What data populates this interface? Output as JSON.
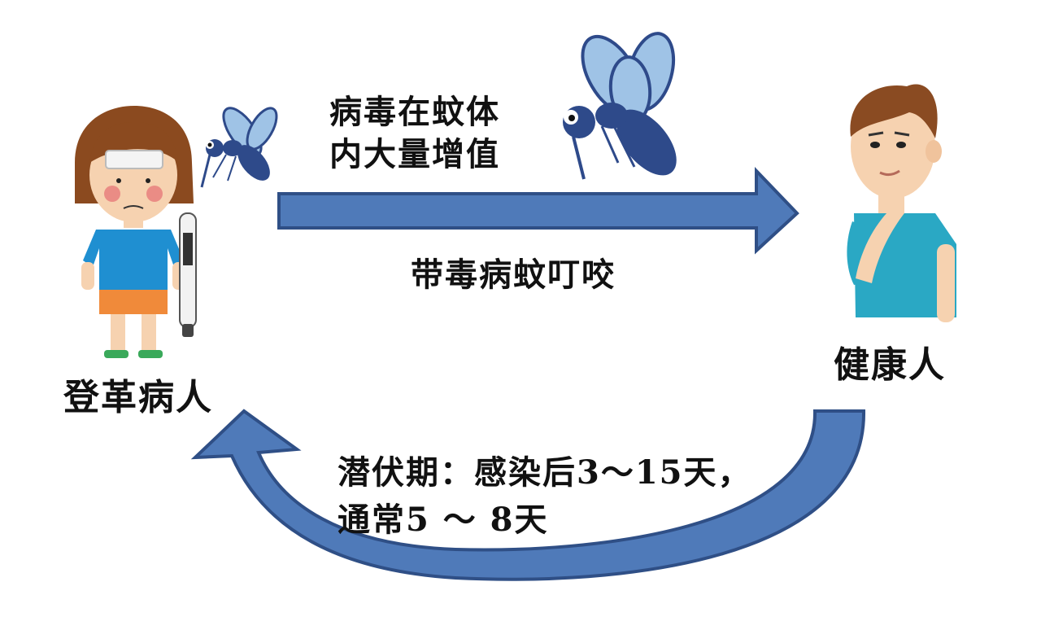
{
  "nodes": {
    "patient": {
      "label": "登革病人"
    },
    "healthy": {
      "label": "健康人"
    }
  },
  "edges": {
    "transmission": {
      "note_line1": "病毒在蚊体",
      "note_line2": "内大量增值",
      "label": "带毒病蚊叮咬"
    },
    "incubation": {
      "line1": "潜伏期：感染后3～15天，",
      "line2": "通常5 ～ 8天"
    }
  },
  "colors": {
    "arrow_fill": "#4f7ab9",
    "arrow_stroke": "#2f4f86",
    "mosquito_body": "#2e4a8a",
    "mosquito_wing": "#9fc3e6",
    "shirt": "#1f8fd1",
    "shorts": "#f08a3a",
    "skin": "#f6d2b0",
    "hair_girl": "#8b4a1f",
    "hair_boy": "#8a4b22",
    "shirt_boy": "#2aa8c4"
  }
}
